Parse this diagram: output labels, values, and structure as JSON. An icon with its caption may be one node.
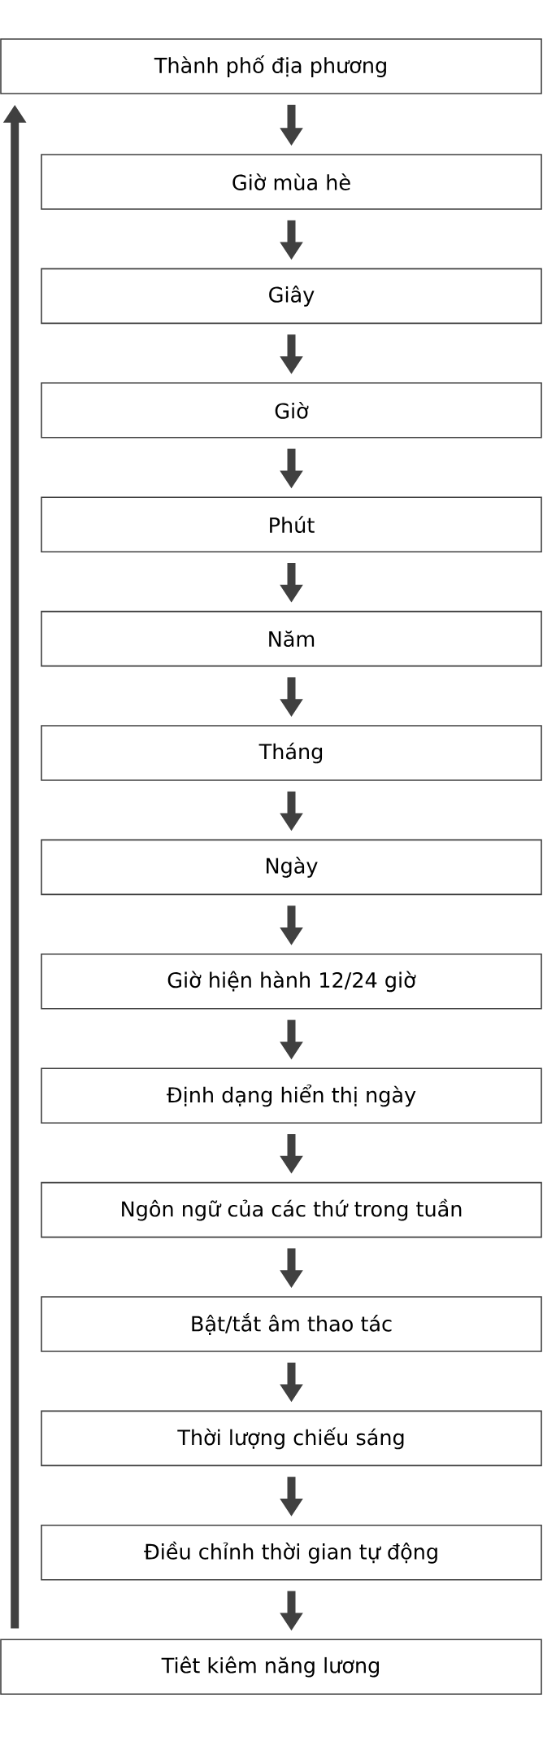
{
  "diagram": {
    "nodes": [
      {
        "text": [
          "Thành phố địa phương"
        ]
      },
      {
        "text": [
          "Giờ mùa hè"
        ]
      },
      {
        "text": [
          "Giây"
        ]
      },
      {
        "text": [
          "Giờ"
        ]
      },
      {
        "text": [
          "Phút"
        ]
      },
      {
        "text": [
          "Năm"
        ]
      },
      {
        "text": [
          "Tháng"
        ]
      },
      {
        "text": [
          "Ngày"
        ]
      },
      {
        "text": [
          "Giờ hiện hành 12/24 giờ"
        ]
      },
      {
        "text": [
          "Định dạng hiển thị ngày"
        ]
      },
      {
        "text": [
          "Ngôn ngữ của các thứ trong tuần"
        ]
      },
      {
        "text": [
          "Bật/tắt âm thao tác"
        ]
      },
      {
        "text": [
          "Thời lượng chiếu sáng"
        ]
      },
      {
        "text": [
          "Điều chỉnh thời gian tự động"
        ]
      },
      {
        "text": [
          "Tiêt kiêm năng lương"
        ]
      }
    ],
    "edges": [
      {
        "from": 0,
        "to": 1,
        "arrow": "to"
      },
      {
        "from": 1,
        "to": 2,
        "arrow": "to"
      },
      {
        "from": 2,
        "to": 3,
        "arrow": "to"
      },
      {
        "from": 3,
        "to": 4,
        "arrow": "to"
      },
      {
        "from": 4,
        "to": 5,
        "arrow": "to"
      },
      {
        "from": 5,
        "to": 6,
        "arrow": "to"
      },
      {
        "from": 6,
        "to": 7,
        "arrow": "to"
      },
      {
        "from": 7,
        "to": 8,
        "arrow": "to"
      },
      {
        "from": 8,
        "to": 9,
        "arrow": "to"
      },
      {
        "from": 9,
        "to": 10,
        "arrow": "to"
      },
      {
        "from": 10,
        "to": 11,
        "arrow": "to"
      },
      {
        "from": 11,
        "to": 12,
        "arrow": "to"
      },
      {
        "from": 12,
        "to": 13,
        "arrow": "to"
      },
      {
        "from": 13,
        "to": 14,
        "arrow": "to"
      },
      {
        "from": 14,
        "to": 0,
        "arrow": "to"
      }
    ]
  }
}
